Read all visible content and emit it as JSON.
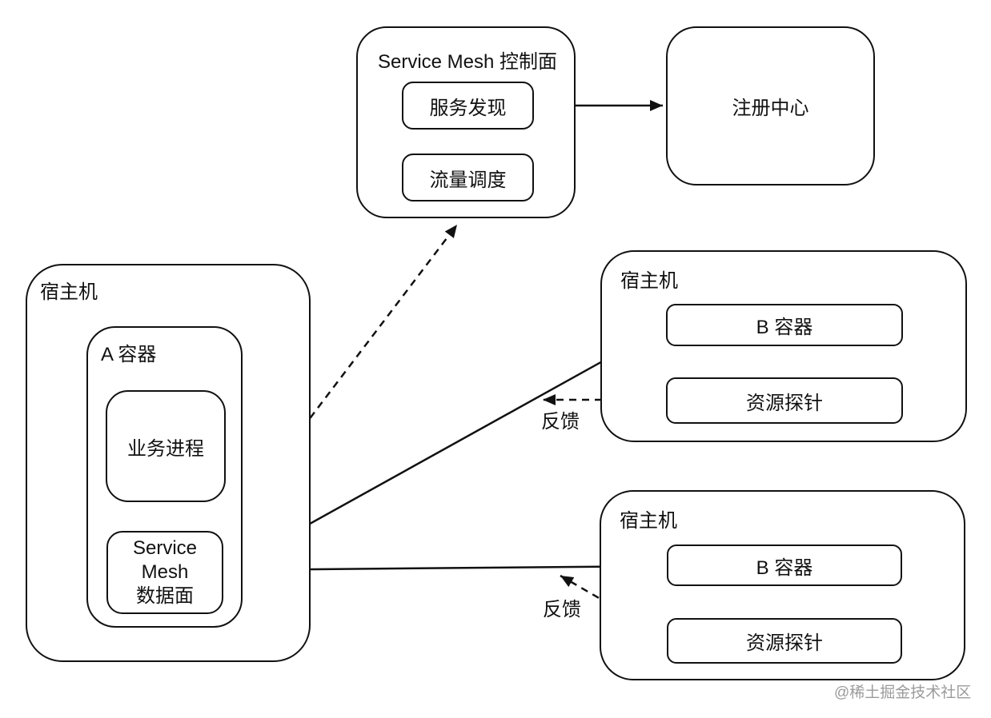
{
  "diagram": {
    "control_plane": {
      "title": "Service Mesh 控制面",
      "service_discovery": "服务发现",
      "traffic_scheduling": "流量调度"
    },
    "registry": {
      "label": "注册中心"
    },
    "host_a": {
      "label": "宿主机",
      "container": {
        "label": "A 容器",
        "business_process": "业务进程",
        "data_plane_lines": [
          "Service",
          "Mesh",
          "数据面"
        ]
      }
    },
    "host_b1": {
      "label": "宿主机",
      "container": "B 容器",
      "probe": "资源探针"
    },
    "host_b2": {
      "label": "宿主机",
      "container": "B 容器",
      "probe": "资源探针"
    },
    "edge_labels": {
      "feedback_1": "反馈",
      "feedback_2": "反馈"
    },
    "watermark": "@稀土掘金技术社区",
    "colors": {
      "stroke": "#111111",
      "background": "#ffffff",
      "watermark_gray": "#9b9b9b"
    }
  }
}
